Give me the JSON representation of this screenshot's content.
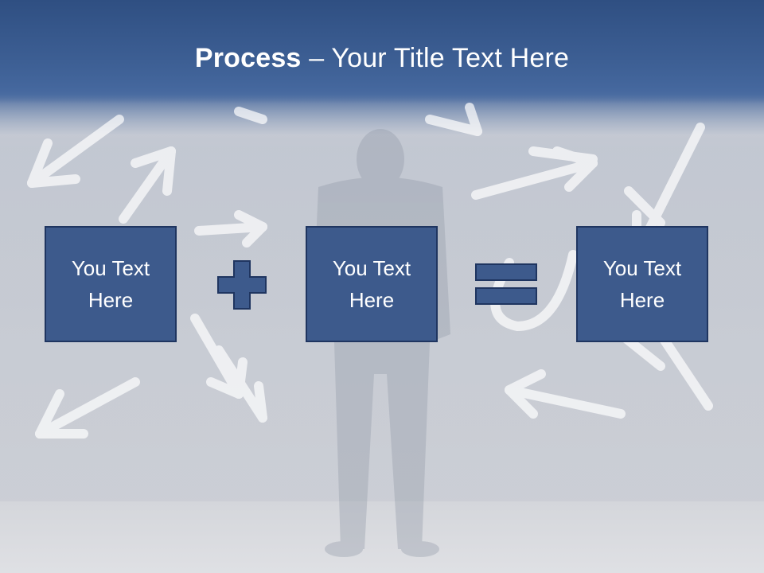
{
  "slide": {
    "title_bold": "Process",
    "title_rest": " – Your Title Text Here",
    "boxes": [
      {
        "text": "You Text Here"
      },
      {
        "text": "You Text Here"
      },
      {
        "text": "You Text Here"
      }
    ],
    "operators": [
      {
        "icon": "plus-icon"
      },
      {
        "icon": "equals-icon"
      }
    ]
  },
  "colors": {
    "header": "#3a5a8c",
    "box_fill": "#3d5a8c",
    "box_border": "#1f3560",
    "text": "#ffffff"
  }
}
